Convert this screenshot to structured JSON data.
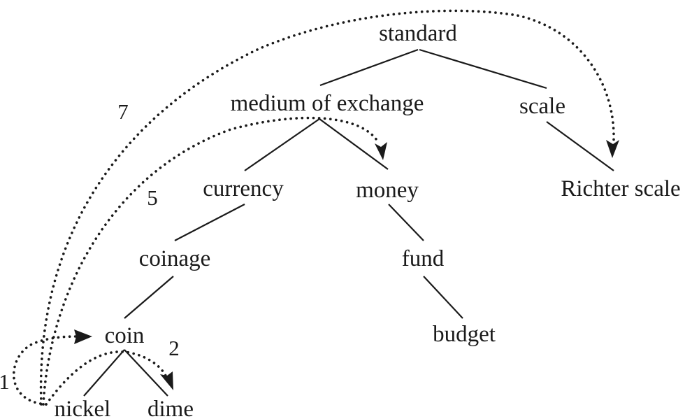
{
  "nodes": {
    "standard": "standard",
    "medium_of_exchange": "medium of exchange",
    "scale": "scale",
    "currency": "currency",
    "money": "money",
    "richter_scale": "Richter scale",
    "coinage": "coinage",
    "fund": "fund",
    "coin": "coin",
    "budget": "budget",
    "nickel": "nickel",
    "dime": "dime"
  },
  "edges": [
    [
      "standard",
      "medium of exchange"
    ],
    [
      "standard",
      "scale"
    ],
    [
      "medium of exchange",
      "currency"
    ],
    [
      "medium of exchange",
      "money"
    ],
    [
      "scale",
      "Richter scale"
    ],
    [
      "currency",
      "coinage"
    ],
    [
      "money",
      "fund"
    ],
    [
      "coinage",
      "coin"
    ],
    [
      "fund",
      "budget"
    ],
    [
      "coin",
      "nickel"
    ],
    [
      "coin",
      "dime"
    ]
  ],
  "paths": [
    {
      "label": "1",
      "from": "nickel",
      "to": "coin"
    },
    {
      "label": "2",
      "from": "nickel",
      "to": "dime"
    },
    {
      "label": "5",
      "from": "nickel",
      "to": "money"
    },
    {
      "label": "7",
      "from": "nickel",
      "to": "Richter scale"
    }
  ]
}
